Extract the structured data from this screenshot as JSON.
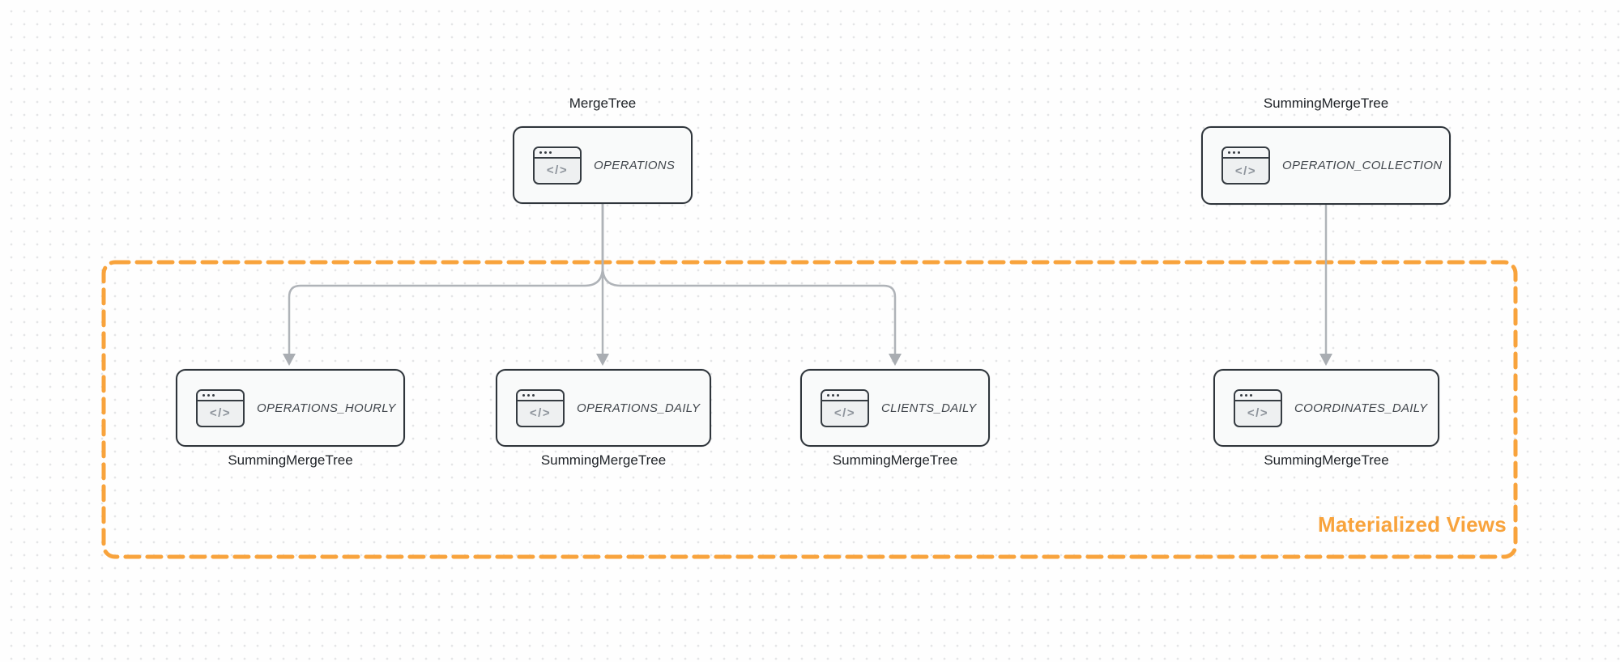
{
  "diagram": {
    "kind": "database-schema-flow",
    "colors": {
      "accent_orange": "#F8A33C",
      "node_border": "#2F353B",
      "node_fill": "#F9FAFA",
      "node_text": "#42474D",
      "engine_text": "#1E2227",
      "arrow_gray": "#AFB3B8",
      "icon_gray": "#8D939B"
    }
  },
  "icons": {
    "code_window": "</>"
  },
  "nodes": [
    {
      "id": "operations",
      "title": "OPERATIONS",
      "engine": "MergeTree",
      "engine_position": "above"
    },
    {
      "id": "operation_collection",
      "title": "OPERATION_COLLECTION",
      "engine": "SummingMergeTree",
      "engine_position": "above"
    },
    {
      "id": "operations_hourly",
      "title": "OPERATIONS_HOURLY",
      "engine": "SummingMergeTree",
      "engine_position": "below"
    },
    {
      "id": "operations_daily",
      "title": "OPERATIONS_DAILY",
      "engine": "SummingMergeTree",
      "engine_position": "below"
    },
    {
      "id": "clients_daily",
      "title": "CLIENTS_DAILY",
      "engine": "SummingMergeTree",
      "engine_position": "below"
    },
    {
      "id": "coordinates_daily",
      "title": "COORDINATES_DAILY",
      "engine": "SummingMergeTree",
      "engine_position": "below"
    }
  ],
  "edges": [
    {
      "from": "operations",
      "to": "operations_hourly"
    },
    {
      "from": "operations",
      "to": "operations_daily"
    },
    {
      "from": "operations",
      "to": "clients_daily"
    },
    {
      "from": "operation_collection",
      "to": "coordinates_daily"
    }
  ],
  "group": {
    "label": "Materialized Views"
  }
}
